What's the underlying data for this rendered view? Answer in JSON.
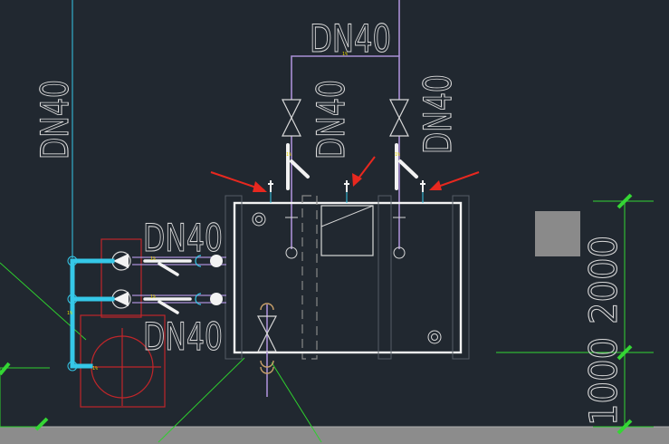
{
  "drawing": {
    "labels": {
      "pipe_top": "DN40",
      "pipe_left_vertical": "DN40",
      "pipe_mid_vertical_a": "DN40",
      "pipe_mid_vertical_b": "DN40",
      "pipe_left_upper": "DN40",
      "pipe_left_lower": "DN40"
    },
    "dimensions": {
      "dim_upper": "2000",
      "dim_lower": "1000"
    },
    "small_tags": {
      "tag_top": "1%",
      "tag_valve_a": "1%",
      "tag_valve_b": "1%",
      "tag_left_vert": "1%",
      "tag_left_h1": "1%",
      "tag_left_h2": "1%",
      "tag_bottom_left": "1%"
    }
  },
  "colors": {
    "background": "#212830",
    "pipe_purple": "#a98fd6",
    "pipe_cyan": "#35c8e8",
    "pump_red": "#c0262a",
    "guide_green": "#2ecf2e",
    "dim_green": "#34d634",
    "arrow_red": "#e8281f",
    "tank_white": "#f2f2f2",
    "grey_block": "#8a8a8a",
    "ground_grey": "#8c8c8c"
  }
}
